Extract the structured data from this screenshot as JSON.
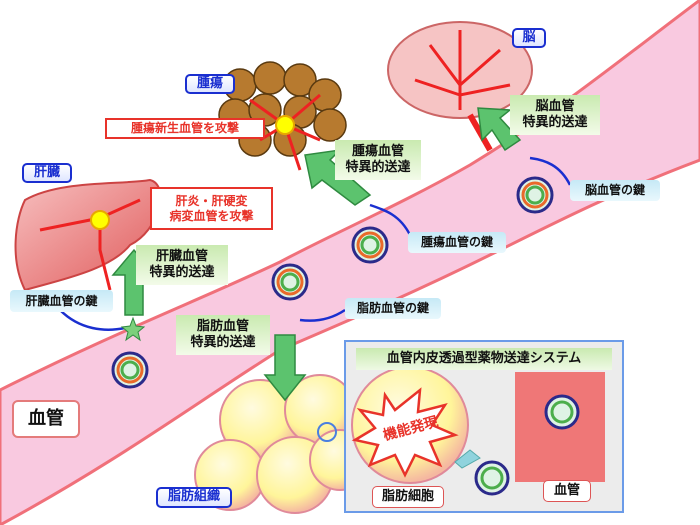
{
  "organs": {
    "brain": "脳",
    "tumor": "腫瘍",
    "liver": "肝臓",
    "fat_tissue": "脂肪組織"
  },
  "attack_labels": {
    "tumor": "腫瘍新生血管を攻撃",
    "liver_line1": "肝炎・肝硬変",
    "liver_line2": "病変血管を攻撃"
  },
  "delivery_labels": {
    "brain": [
      "脳血管",
      "特異的送達"
    ],
    "tumor": [
      "腫瘍血管",
      "特異的送達"
    ],
    "liver": [
      "肝臓血管",
      "特異的送達"
    ],
    "fat": [
      "脂肪血管",
      "特異的送達"
    ]
  },
  "key_labels": {
    "brain": "脳血管の鍵",
    "tumor": "腫瘍血管の鍵",
    "fat": "脂肪血管の鍵",
    "liver": "肝臓血管の鍵"
  },
  "vessel_label": "血管",
  "inset": {
    "title": "血管内皮透過型薬物送達システム",
    "burst": "機能発現",
    "cell": "脂肪細胞",
    "vessel": "血管"
  },
  "colors": {
    "vessel": "#f9c9e0",
    "vessel_border": "#f0707a",
    "arrow": "#5cc36e",
    "organ_border": "#1a2fd0",
    "attack": "#e8332a"
  }
}
